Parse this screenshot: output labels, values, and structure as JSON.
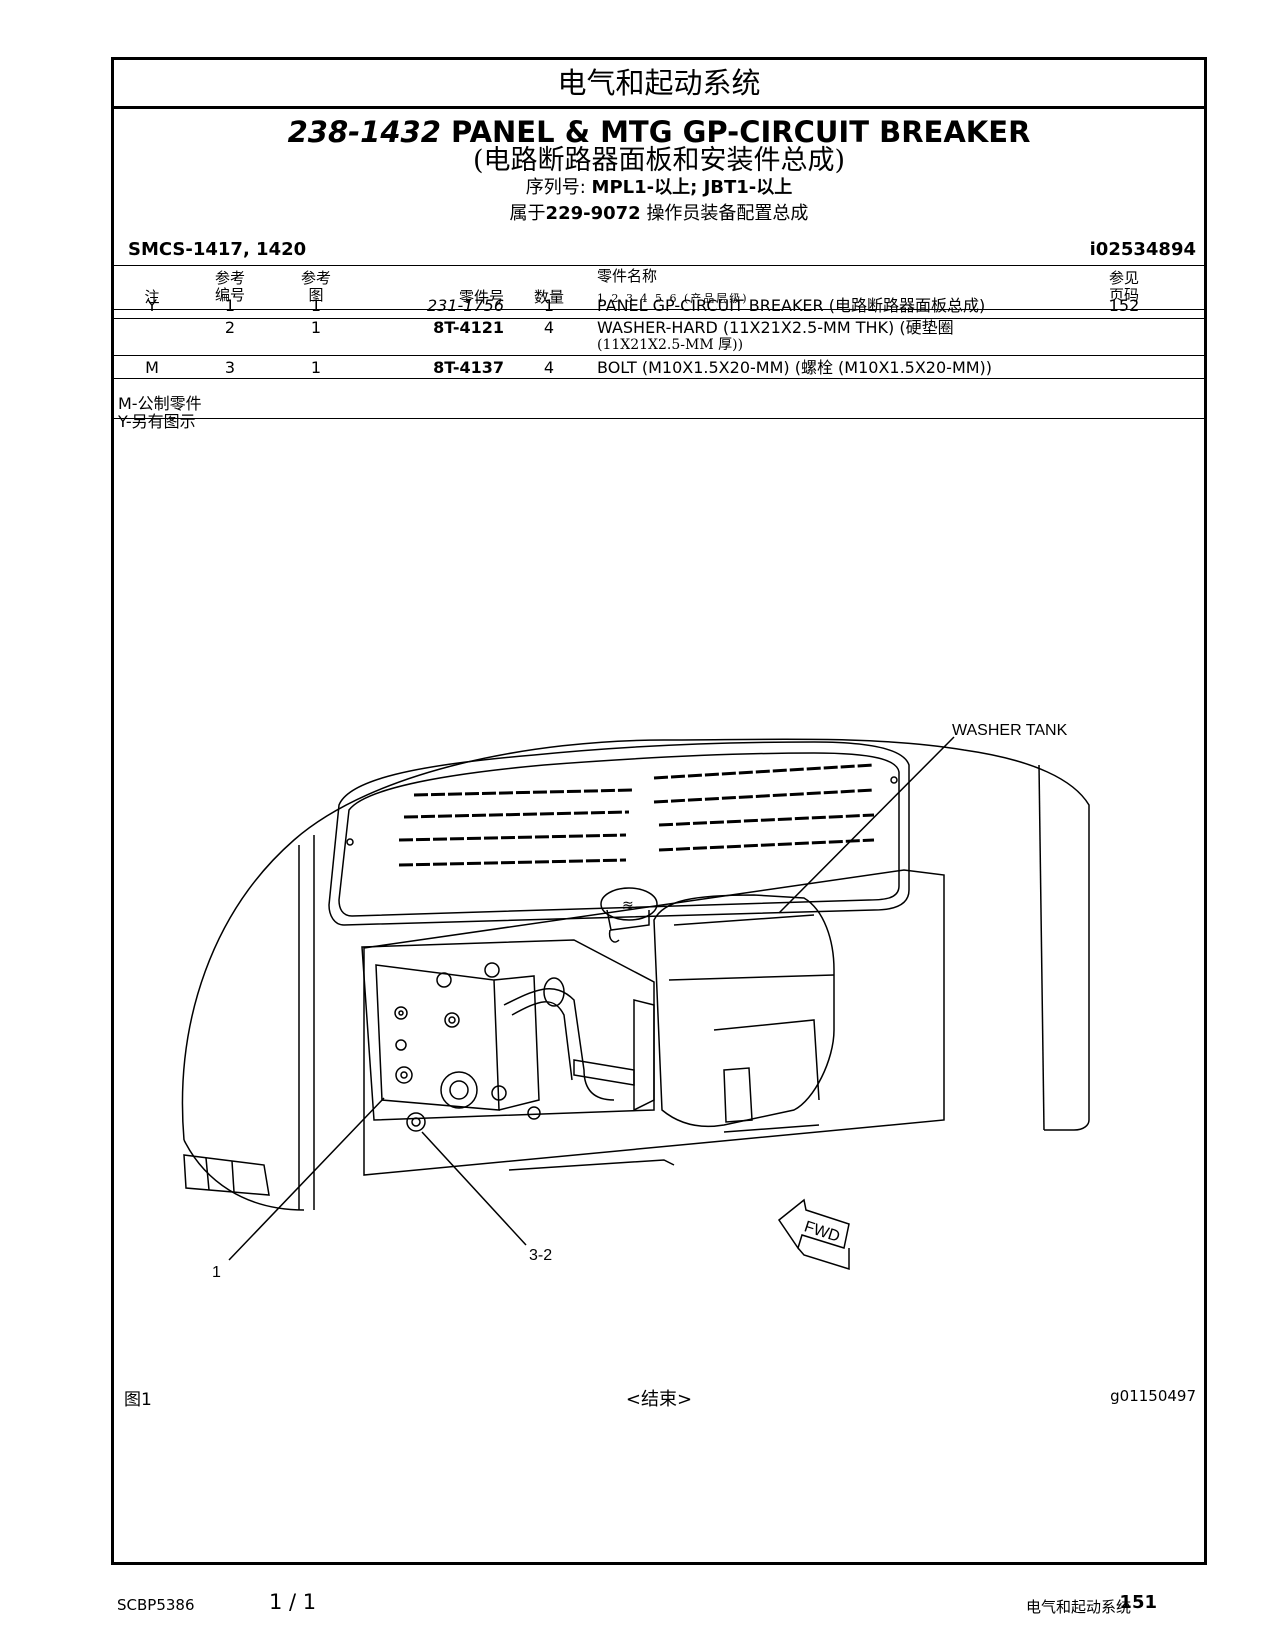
{
  "section_title": "电气和起动系统",
  "part_number": "238-1432",
  "part_title_en": "PANEL & MTG GP-CIRCUIT BREAKER",
  "part_title_cn": "(电路断路器面板和安装件总成)",
  "serial_label": "序列号:",
  "serial_value": "MPL1-以上; JBT1-以上",
  "belongs_label": "属于",
  "belongs_pn": "229-9072",
  "belongs_desc": "操作员装备配置总成",
  "smcs": "SMCS-1417, 1420",
  "illustration_id": "i02534894",
  "headers": {
    "note": "注",
    "ref_no_top": "参考",
    "ref_no_bot": "编号",
    "ref_fig_top": "参考",
    "ref_fig_bot": "图",
    "part_no": "零件号",
    "qty": "数量",
    "part_name": "零件名称",
    "levels": "1 2 3 4 5 6 (产品层级)",
    "see_page_top": "参见",
    "see_page_bot": "页码"
  },
  "rows": [
    {
      "note": "Y",
      "ref": "1",
      "fig": "1",
      "pn": "231-1756",
      "qty": "1",
      "name": "PANEL GP-CIRCUIT BREAKER (电路断路器面板总成)",
      "name2": "",
      "page": "152"
    },
    {
      "note": "",
      "ref": "2",
      "fig": "1",
      "pn": "8T-4121",
      "qty": "4",
      "name": "WASHER-HARD (11X21X2.5-MM THK) (硬垫圈",
      "name2": "(11X21X2.5-MM 厚))",
      "page": ""
    },
    {
      "note": "M",
      "ref": "3",
      "fig": "1",
      "pn": "8T-4137",
      "qty": "4",
      "name": "BOLT (M10X1.5X20-MM) (螺栓 (M10X1.5X20-MM))",
      "name2": "",
      "page": ""
    }
  ],
  "notes": [
    "M-公制零件",
    "Y-另有图示"
  ],
  "callouts": {
    "washer_tank": "WASHER TANK",
    "c1": "1",
    "c32": "3-2",
    "fwd": "FWD"
  },
  "figure_label": "图1",
  "end_label": "<结束>",
  "graphic_id": "g01150497",
  "footer": {
    "doc": "SCBP5386",
    "pages": "1 / 1",
    "section": "电气和起动系统",
    "page_num": "151"
  }
}
